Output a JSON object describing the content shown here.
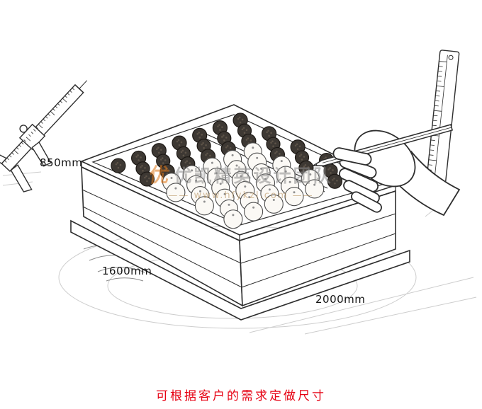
{
  "labels": {
    "height": "850mm",
    "depth": "1600mm",
    "width": "2000mm"
  },
  "watermark": {
    "logo_char": "优",
    "brand": "优凯精英设计团队",
    "url_line": "—— www.hfykzl.com ——"
  },
  "caption": "可根据客户的需求定做尺寸",
  "colors": {
    "caption_red": "#e60012",
    "watermark_orange": "#e07818",
    "watermark_gray": "#8d8d8d",
    "sketch_ink": "#2e2e2e",
    "guide_gray": "#b9b9b9"
  }
}
